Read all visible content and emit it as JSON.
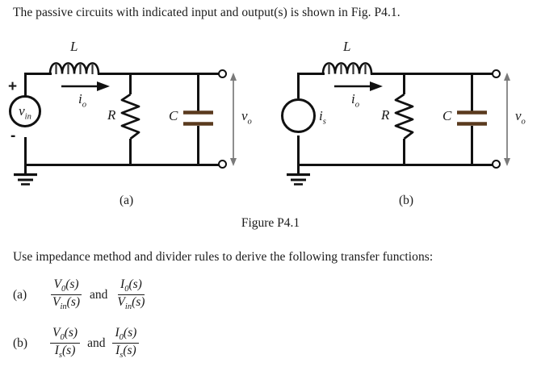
{
  "document": {
    "intro": "The passive circuits with indicated input and output(s) is shown in Fig. P4.1.",
    "figure_caption": "Figure P4.1",
    "instruction": "Use impedance method and divider rules to derive the following transfer functions:"
  },
  "figure": {
    "subfigure_a_label": "(a)",
    "subfigure_b_label": "(b)",
    "circuit_a": {
      "source_label": "v",
      "source_sub": "in",
      "source_type": "voltage-source",
      "plus_sign": "+",
      "minus_sign": "-",
      "inductor_label": "L",
      "resistor_label": "R",
      "capacitor_label": "C",
      "current_label": "i",
      "current_sub": "o",
      "output_label": "v",
      "output_sub": "o"
    },
    "circuit_b": {
      "source_label": "i",
      "source_sub": "s",
      "source_type": "current-source",
      "inductor_label": "L",
      "resistor_label": "R",
      "capacitor_label": "C",
      "current_label": "i",
      "current_sub": "o",
      "output_label": "v",
      "output_sub": "o"
    }
  },
  "transfer_functions": [
    {
      "tag": "(a)",
      "first": {
        "numerator": "V",
        "numerator_sub": "0",
        "numerator_arg": "(s)",
        "denominator": "V",
        "denominator_sub": "in",
        "denominator_arg": "(s)"
      },
      "conjunction": "and",
      "second": {
        "numerator": "I",
        "numerator_sub": "0",
        "numerator_arg": "(s)",
        "denominator": "V",
        "denominator_sub": "in",
        "denominator_arg": "(s)"
      }
    },
    {
      "tag": "(b)",
      "first": {
        "numerator": "V",
        "numerator_sub": "0",
        "numerator_arg": "(s)",
        "denominator": "I",
        "denominator_sub": "s",
        "denominator_arg": "(s)"
      },
      "conjunction": "and",
      "second": {
        "numerator": "I",
        "numerator_sub": "0",
        "numerator_arg": "(s)",
        "denominator": "I",
        "denominator_sub": "s",
        "denominator_arg": "(s)"
      }
    }
  ],
  "colors": {
    "wire": "#111111",
    "capacitor_plate": "#5a3a1e",
    "arrow_gray": "#7a7a7a",
    "text": "#1a1a1a"
  }
}
